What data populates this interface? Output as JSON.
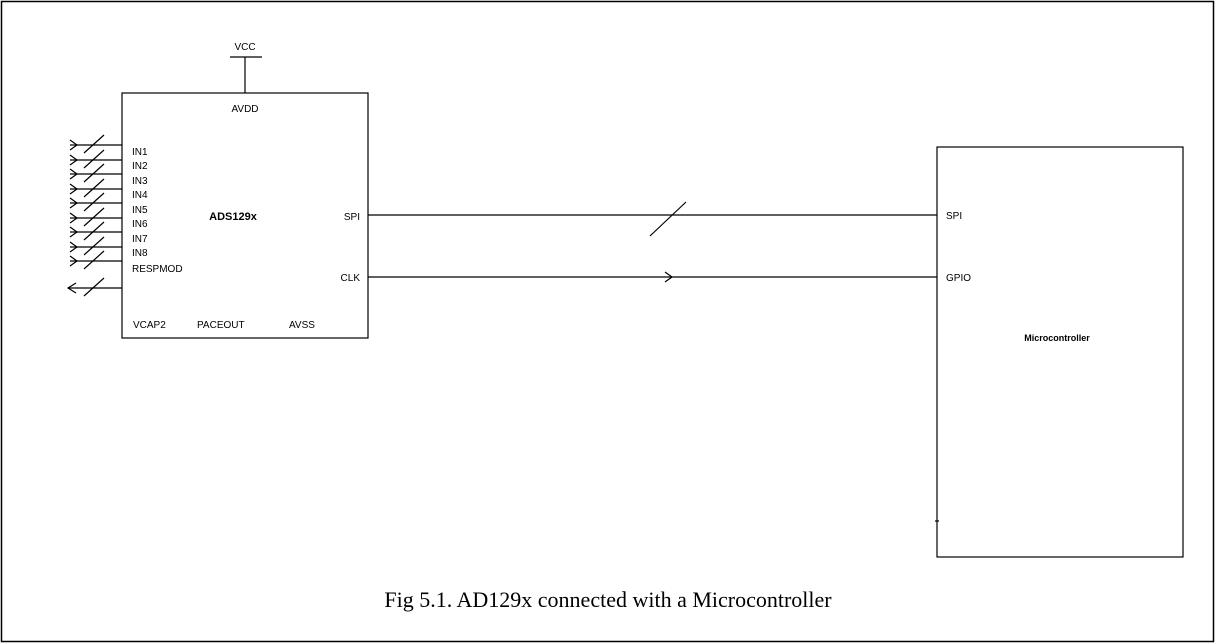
{
  "figure": {
    "caption": "Fig 5.1. AD129x connected with a Microcontroller"
  },
  "adc": {
    "name": "ADS129x",
    "supply_net": "VCC",
    "pins": {
      "avdd": "AVDD",
      "spi": "SPI",
      "clk": "CLK",
      "vcap2": "VCAP2",
      "paceout": "PACEOUT",
      "avss": "AVSS"
    },
    "inputs": [
      "IN1",
      "IN2",
      "IN3",
      "IN4",
      "IN5",
      "IN6",
      "IN7",
      "IN8",
      "RESPMOD"
    ]
  },
  "mcu": {
    "name": "Microcontroller",
    "pins": {
      "spi": "SPI",
      "gpio": "GPIO"
    }
  }
}
